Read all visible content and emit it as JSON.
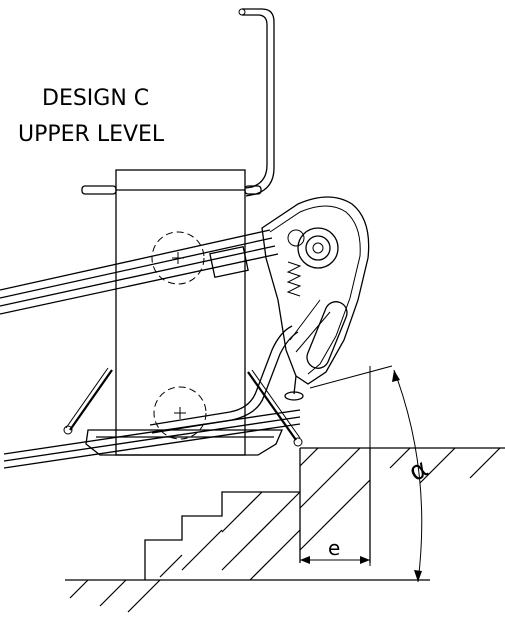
{
  "title": {
    "line1": "DESIGN C",
    "line2": "UPPER LEVEL"
  },
  "dimensions": {
    "e_label": "e",
    "angle_label": "α"
  }
}
